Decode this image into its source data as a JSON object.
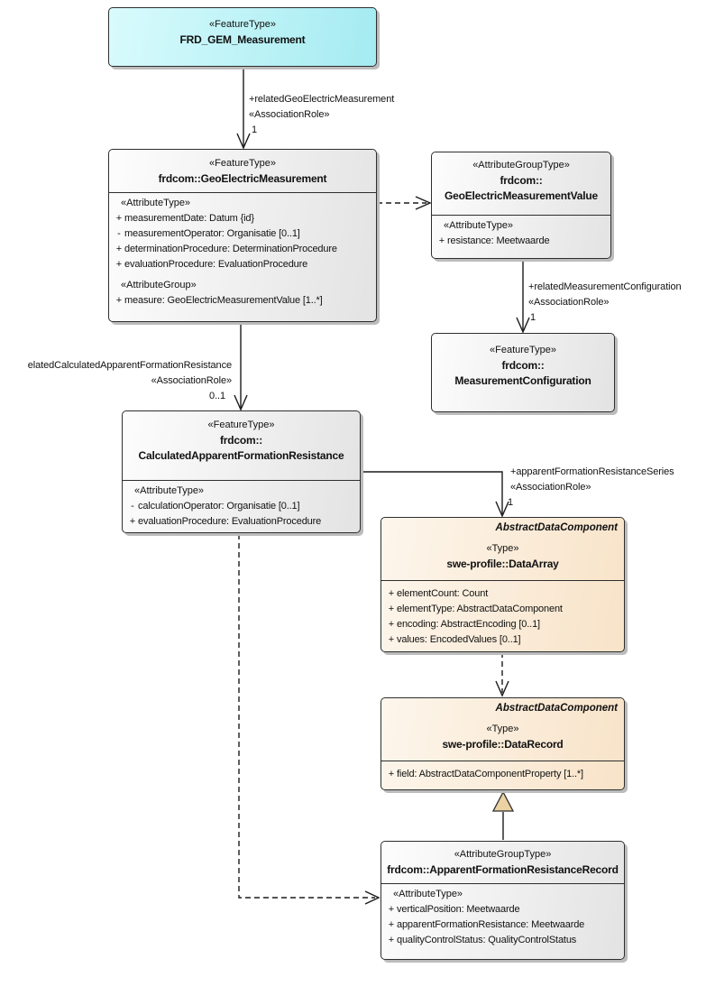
{
  "colors": {
    "feature_cyan": "#a4ebf1",
    "element_gray": "#e3e3e3",
    "swe_peach": "#f8e3c8",
    "generalization_triangle": "#ecd2a2",
    "line": "#1b1b1b",
    "shadow": "#bcbcbc"
  },
  "boxes": {
    "frd_gem": {
      "stereotype": "«FeatureType»",
      "name": "FRD_GEM_Measurement"
    },
    "gem": {
      "stereotype": "«FeatureType»",
      "name": "frdcom::GeoElectricMeasurement",
      "sections": [
        {
          "header": "«AttributeType»",
          "attrs": [
            {
              "vis": "+",
              "text": "measurementDate: Datum {id}"
            },
            {
              "vis": "-",
              "text": "measurementOperator: Organisatie [0..1]"
            },
            {
              "vis": "+",
              "text": "determinationProcedure: DeterminationProcedure"
            },
            {
              "vis": "+",
              "text": "evaluationProcedure: EvaluationProcedure"
            }
          ]
        },
        {
          "header": "«AttributeGroup»",
          "attrs": [
            {
              "vis": "+",
              "text": "measure: GeoElectricMeasurementValue [1..*]"
            }
          ]
        }
      ]
    },
    "gemv": {
      "stereotype": "«AttributeGroupType»",
      "name_line1": "frdcom::",
      "name_line2": "GeoElectricMeasurementValue",
      "sections": [
        {
          "header": "«AttributeType»",
          "attrs": [
            {
              "vis": "+",
              "text": "resistance: Meetwaarde"
            }
          ]
        }
      ]
    },
    "mc": {
      "stereotype": "«FeatureType»",
      "name_line1": "frdcom::",
      "name_line2": "MeasurementConfiguration"
    },
    "cafr": {
      "stereotype": "«FeatureType»",
      "name_line1": "frdcom::",
      "name_line2": "CalculatedApparentFormationResistance",
      "sections": [
        {
          "header": "«AttributeType»",
          "attrs": [
            {
              "vis": "-",
              "text": "calculationOperator: Organisatie [0..1]"
            },
            {
              "vis": "+",
              "text": "evaluationProcedure: EvaluationProcedure"
            }
          ]
        }
      ]
    },
    "data_array": {
      "parent": "AbstractDataComponent",
      "stereotype": "«Type»",
      "name": "swe-profile::DataArray",
      "attrs": [
        {
          "vis": "+",
          "text": "elementCount: Count"
        },
        {
          "vis": "+",
          "text": "elementType: AbstractDataComponent"
        },
        {
          "vis": "+",
          "text": "encoding: AbstractEncoding [0..1]"
        },
        {
          "vis": "+",
          "text": "values: EncodedValues [0..1]"
        }
      ]
    },
    "data_record": {
      "parent": "AbstractDataComponent",
      "stereotype": "«Type»",
      "name": "swe-profile::DataRecord",
      "attrs": [
        {
          "vis": "+",
          "text": "field: AbstractDataComponentProperty [1..*]"
        }
      ]
    },
    "afrr": {
      "stereotype": "«AttributeGroupType»",
      "name": "frdcom::ApparentFormationResistanceRecord",
      "sections": [
        {
          "header": "«AttributeType»",
          "attrs": [
            {
              "vis": "+",
              "text": "verticalPosition: Meetwaarde"
            },
            {
              "vis": "+",
              "text": "apparentFormationResistance: Meetwaarde"
            },
            {
              "vis": "+",
              "text": "qualityControlStatus: QualityControlStatus"
            }
          ]
        }
      ]
    }
  },
  "connector_labels": {
    "rel_gem": {
      "role": "+relatedGeoElectricMeasurement",
      "stereotype": "«AssociationRole»",
      "mult": "1"
    },
    "rel_mc": {
      "role": "+relatedMeasurementConfiguration",
      "stereotype": "«AssociationRole»",
      "mult": "1"
    },
    "rel_cafr": {
      "role": "elatedCalculatedApparentFormationResistance",
      "stereotype": "«AssociationRole»",
      "mult": "0..1"
    },
    "afr_series": {
      "role": "+apparentFormationResistanceSeries",
      "stereotype": "«AssociationRole»",
      "mult": "1"
    }
  }
}
